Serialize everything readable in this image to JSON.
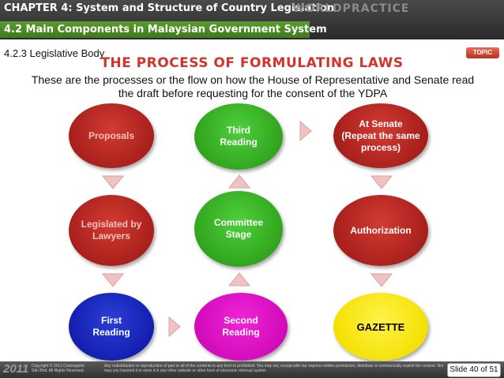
{
  "header": {
    "chapter": "CHAPTER 4: System and Structure of Country Legislation",
    "brand": "WORLDPRACTICE",
    "section": "4.2 Main Components in Malaysian Government System"
  },
  "subtitle": "4.2.3 Legislative Body",
  "topic_button": "TOPIC",
  "title": "THE PROCESS OF FORMULATING LAWS",
  "description": "These are the processes or the flow on how the House of Representative and Senate read the draft before requesting for the consent of the YDPA",
  "nodes": {
    "proposals": "Proposals",
    "legislated": "Legislated by Lawyers",
    "first_reading": "First Reading",
    "second_reading": "Second Reading",
    "committee": "Committee Stage",
    "third_reading": "Third Reading",
    "senate": "At Senate (Repeat the same process)",
    "authorization": "Authorization",
    "gazette": "GAZETTE"
  },
  "colors": {
    "red": "#a9201c",
    "green": "#2fa21c",
    "blue": "#141fb0",
    "magenta": "#d00ab8",
    "yellow": "#f4e000",
    "title_red": "#d1342a"
  },
  "footer": {
    "year": "2011",
    "copyright": "Copyright © 2011 Cosmopoint Sdn Bhd. All Rights Reserved.",
    "legal": "Any redistribution or reproduction of part or all of the contents in any form is prohibited. You may not, except with our express written permission, distribute or commercially exploit the content. Nor may you transmit it or store it in any other website or other form of electronic retrieval system",
    "slide": "Slide 40 of 51"
  }
}
